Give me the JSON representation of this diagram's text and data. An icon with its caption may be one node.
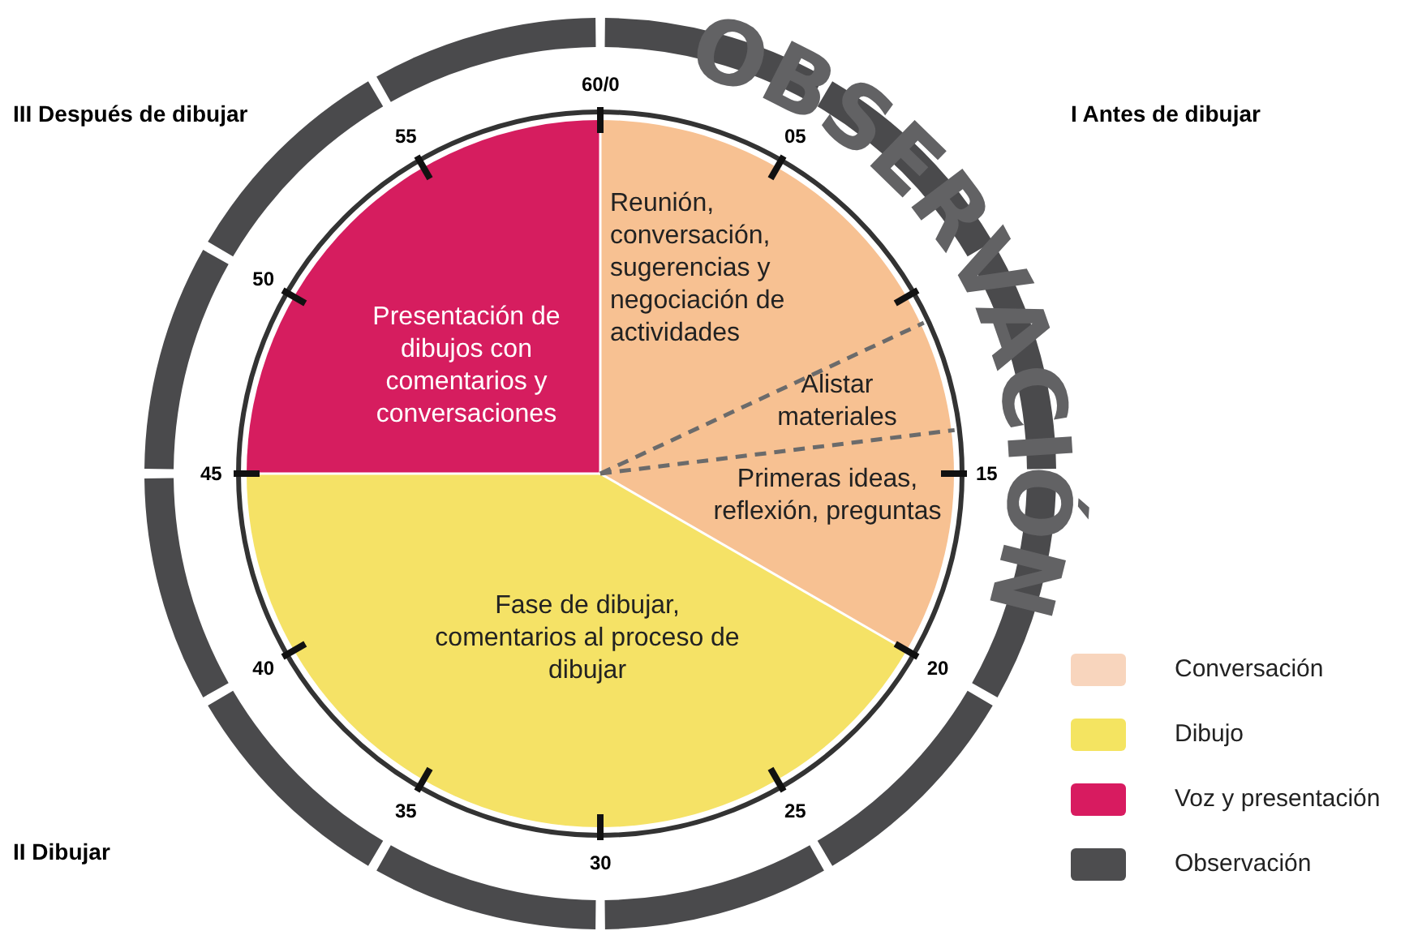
{
  "diagram": {
    "nodes": [
      {
        "text": [
          "Reunión, conversación, sugerencias y negociación de actividades",
          "Alistar materiales",
          "Primeras ideas, reflexión, preguntas"
        ]
      },
      {
        "text": [
          "Fase de dibujar, comentarios al proceso de dibujar"
        ]
      },
      {
        "text": [
          "Presentación de dibujos con comentarios y conversaciones"
        ]
      }
    ],
    "edges": [],
    "labels": [
      "III Después de dibujar",
      "I Antes de dibujar",
      "OBSERVACIÓN",
      "60/0",
      "05",
      "15",
      "20",
      "25",
      "30",
      "35",
      "40",
      "45",
      "50",
      "55",
      "II Dibujar"
    ],
    "legend": [
      {
        "text": "Conversación",
        "color": "#f8d5bd"
      },
      {
        "text": "Dibujo",
        "color": "#f4e461"
      },
      {
        "text": "Voz y presentación",
        "color": "#d81b60"
      },
      {
        "text": "Observación",
        "color": "#4d4d4f"
      }
    ]
  }
}
